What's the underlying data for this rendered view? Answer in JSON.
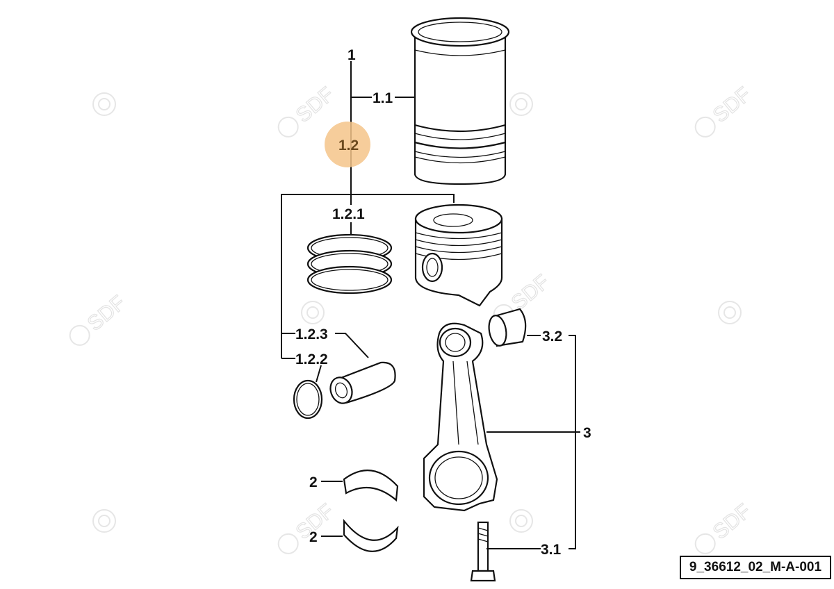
{
  "highlight_color": "#f5c48a",
  "watermark": "SDF",
  "labels": {
    "l1": "1",
    "l1_1": "1.1",
    "l1_2": "1.2",
    "l1_2_1": "1.2.1",
    "l1_2_3": "1.2.3",
    "l1_2_2": "1.2.2",
    "l2a": "2",
    "l2b": "2",
    "l3": "3",
    "l3_1": "3.1",
    "l3_2": "3.2"
  },
  "drawing_code": "9_36612_02_M-A-001"
}
